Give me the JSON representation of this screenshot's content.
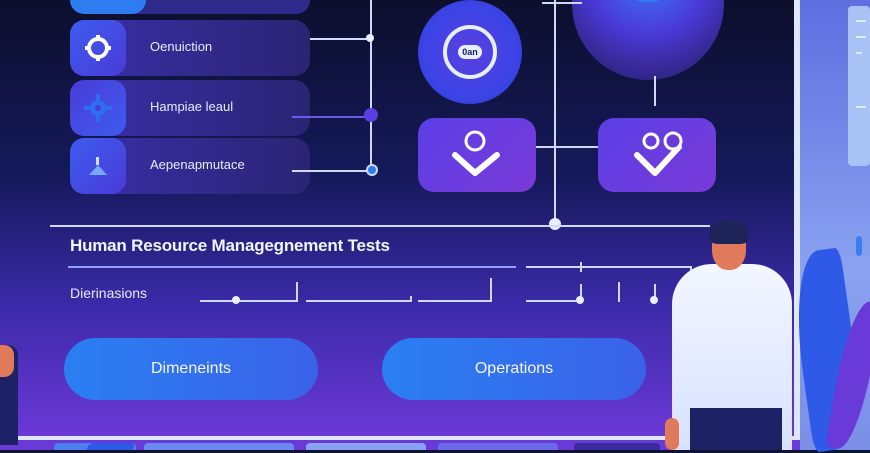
{
  "menu": {
    "items": [
      {
        "label": "",
        "icon": "blank-icon"
      },
      {
        "label": "Oenuiction",
        "icon": "gear-icon"
      },
      {
        "label": "Hampiae leaul",
        "icon": "cog-icon"
      },
      {
        "label": "Aepenapmutace",
        "icon": "chart-icon"
      }
    ]
  },
  "badge": {
    "text": "0an"
  },
  "section": {
    "title": "Human Resource Managegnement Tests",
    "subtitle": "Dierinasions"
  },
  "buttons": {
    "dimensions": "Dimeneints",
    "operations": "Operations"
  },
  "colors": {
    "accent_blue": "#2a7ff2",
    "accent_purple": "#6b38d6",
    "background_dark": "#0c0f2c"
  }
}
